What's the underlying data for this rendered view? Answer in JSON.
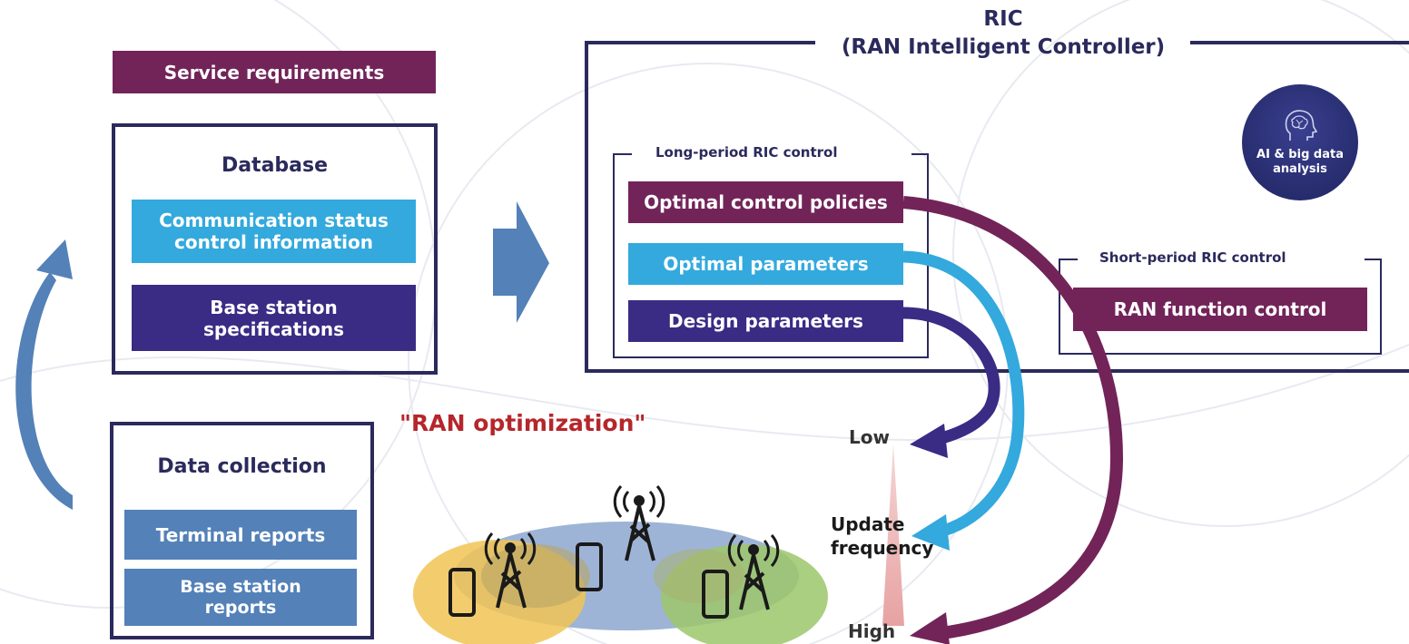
{
  "service_requirements": "Service requirements",
  "database": {
    "title": "Database",
    "items": [
      "Communication status control information",
      "Base station specifications"
    ]
  },
  "data_collection": {
    "title": "Data collection",
    "items": [
      "Terminal reports",
      "Base station reports"
    ]
  },
  "ric": {
    "title_line1": "RIC",
    "title_line2": "(RAN Intelligent Controller)",
    "ai_badge": "AI & big data analysis",
    "long_period": {
      "label": "Long-period RIC control",
      "items": [
        "Optimal control policies",
        "Optimal parameters",
        "Design parameters"
      ]
    },
    "short_period": {
      "label": "Short-period RIC control",
      "items": [
        "RAN function control"
      ]
    }
  },
  "ran_optimization": "\"RAN optimization\"",
  "frequency_scale": {
    "low": "Low",
    "label": "Update frequency",
    "high": "High"
  },
  "colors": {
    "navy": "#2b2a5c",
    "purple": "#722459",
    "cyan": "#33a9dd",
    "indigo": "#3a2b85",
    "steel": "#5381b8",
    "red_text": "#b5262b"
  }
}
